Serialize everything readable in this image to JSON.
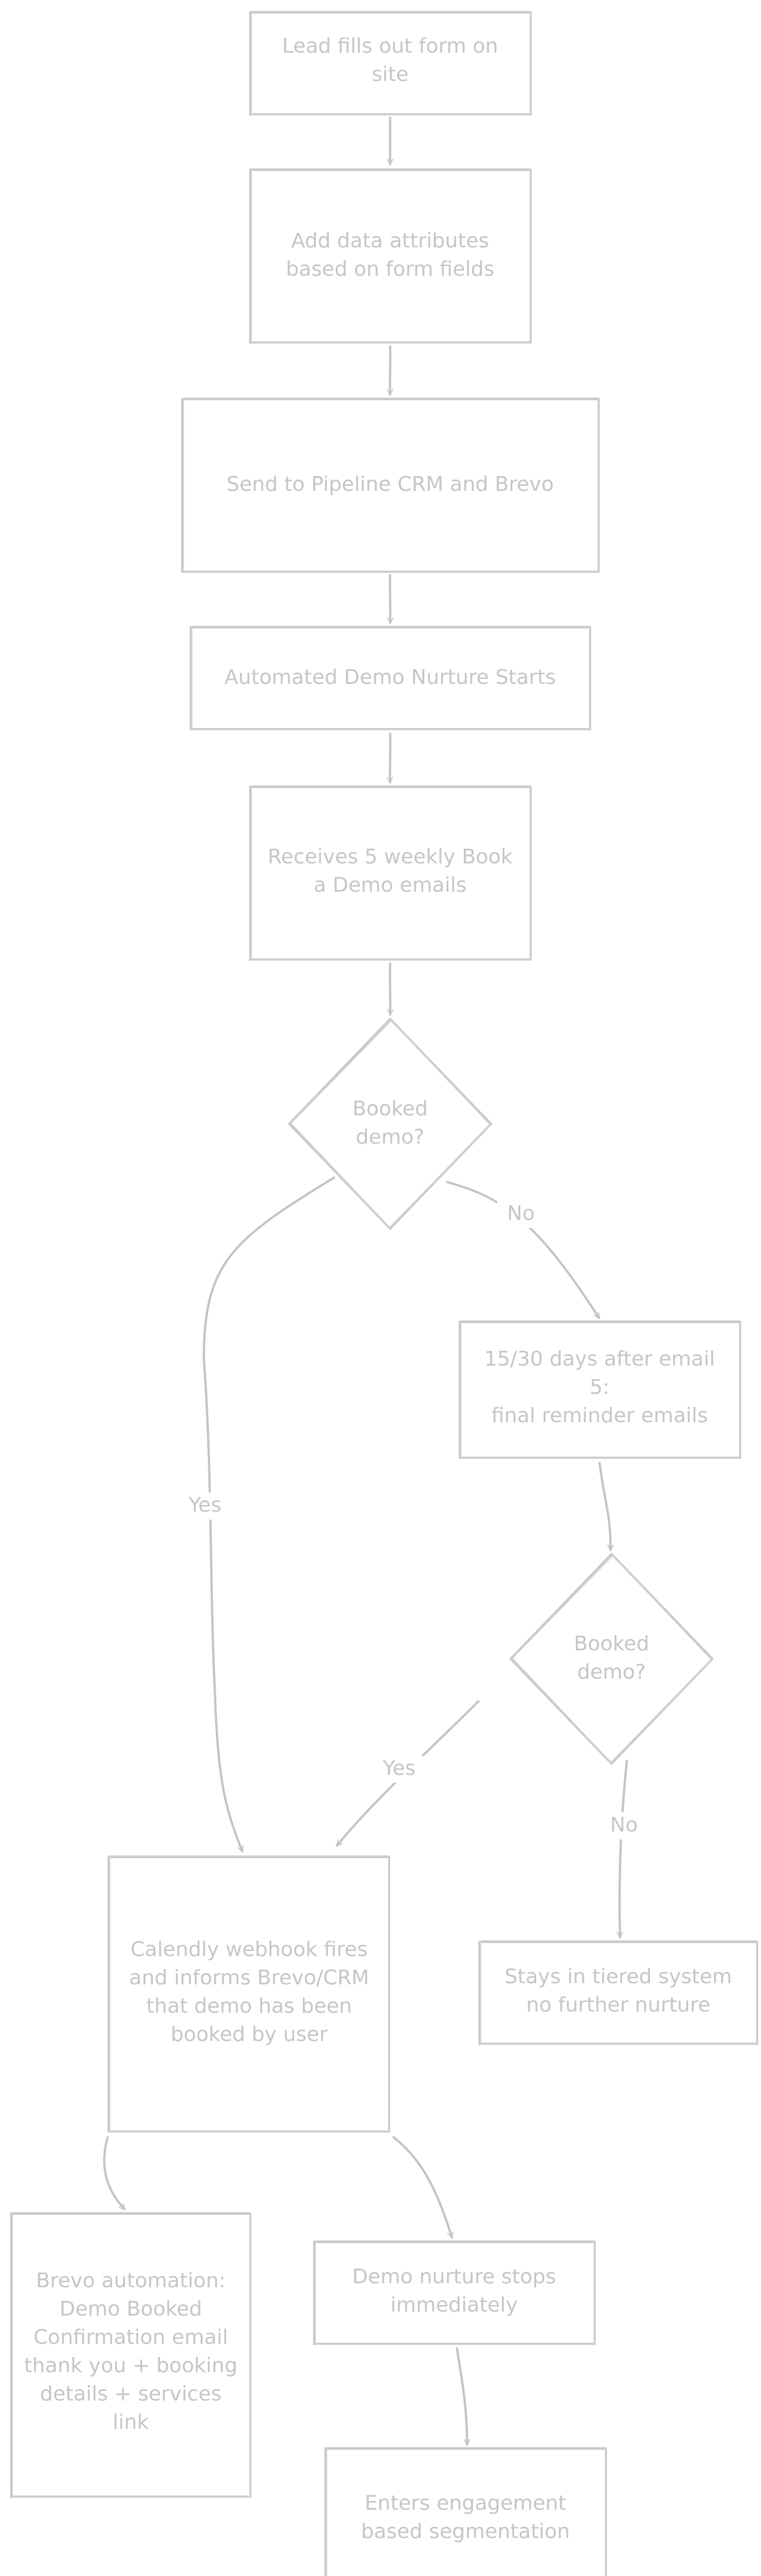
{
  "nodes": [
    {
      "id": "n1",
      "label": [
        "Lead fills out form on",
        "site"
      ]
    },
    {
      "id": "n2",
      "label": [
        "Add data attributes",
        "based on form fields"
      ]
    },
    {
      "id": "n3",
      "label": [
        "Send to Pipeline CRM and Brevo"
      ]
    },
    {
      "id": "n4",
      "label": [
        "Automated Demo Nurture Starts"
      ]
    },
    {
      "id": "n5",
      "label": [
        "Receives 5 weekly Book",
        "a Demo emails"
      ]
    },
    {
      "id": "d1",
      "label": [
        "Booked",
        "demo?"
      ]
    },
    {
      "id": "n6",
      "label": [
        "15/30 days after email",
        "5:",
        "final reminder emails"
      ]
    },
    {
      "id": "d2",
      "label": [
        "Booked",
        "demo?"
      ]
    },
    {
      "id": "n7",
      "label": [
        "Calendly webhook fires",
        "and informs Brevo/CRM",
        "that demo has been",
        "booked by user"
      ]
    },
    {
      "id": "n8",
      "label": [
        "Stays in tiered system",
        "no further nurture"
      ]
    },
    {
      "id": "n9",
      "label": [
        "Brevo automation:",
        "Demo Booked",
        "Confirmation email",
        "thank you + booking",
        "details + services",
        "link"
      ]
    },
    {
      "id": "n10",
      "label": [
        "Demo nurture stops",
        "immediately"
      ]
    },
    {
      "id": "n11",
      "label": [
        "Enters engagement",
        "based segmentation"
      ]
    }
  ],
  "edges": [
    {
      "id": "e1",
      "from": "n1",
      "to": "n2",
      "label": ""
    },
    {
      "id": "e2",
      "from": "n2",
      "to": "n3",
      "label": ""
    },
    {
      "id": "e3",
      "from": "n3",
      "to": "n4",
      "label": ""
    },
    {
      "id": "e4",
      "from": "n4",
      "to": "n5",
      "label": ""
    },
    {
      "id": "e5",
      "from": "n5",
      "to": "d1",
      "label": ""
    },
    {
      "id": "e6",
      "from": "d1",
      "to": "n6",
      "label": "No"
    },
    {
      "id": "e7",
      "from": "d1",
      "to": "n7",
      "label": "Yes"
    },
    {
      "id": "e8",
      "from": "n6",
      "to": "d2",
      "label": ""
    },
    {
      "id": "e9",
      "from": "d2",
      "to": "n7",
      "label": "Yes"
    },
    {
      "id": "e10",
      "from": "d2",
      "to": "n8",
      "label": "No"
    },
    {
      "id": "e11",
      "from": "n7",
      "to": "n9",
      "label": ""
    },
    {
      "id": "e12",
      "from": "n7",
      "to": "n10",
      "label": ""
    },
    {
      "id": "e13",
      "from": "n10",
      "to": "n11",
      "label": ""
    }
  ],
  "colors": {
    "stroke": "#c8c8c8",
    "text": "#c6c6c6",
    "background": "#ffffff"
  }
}
